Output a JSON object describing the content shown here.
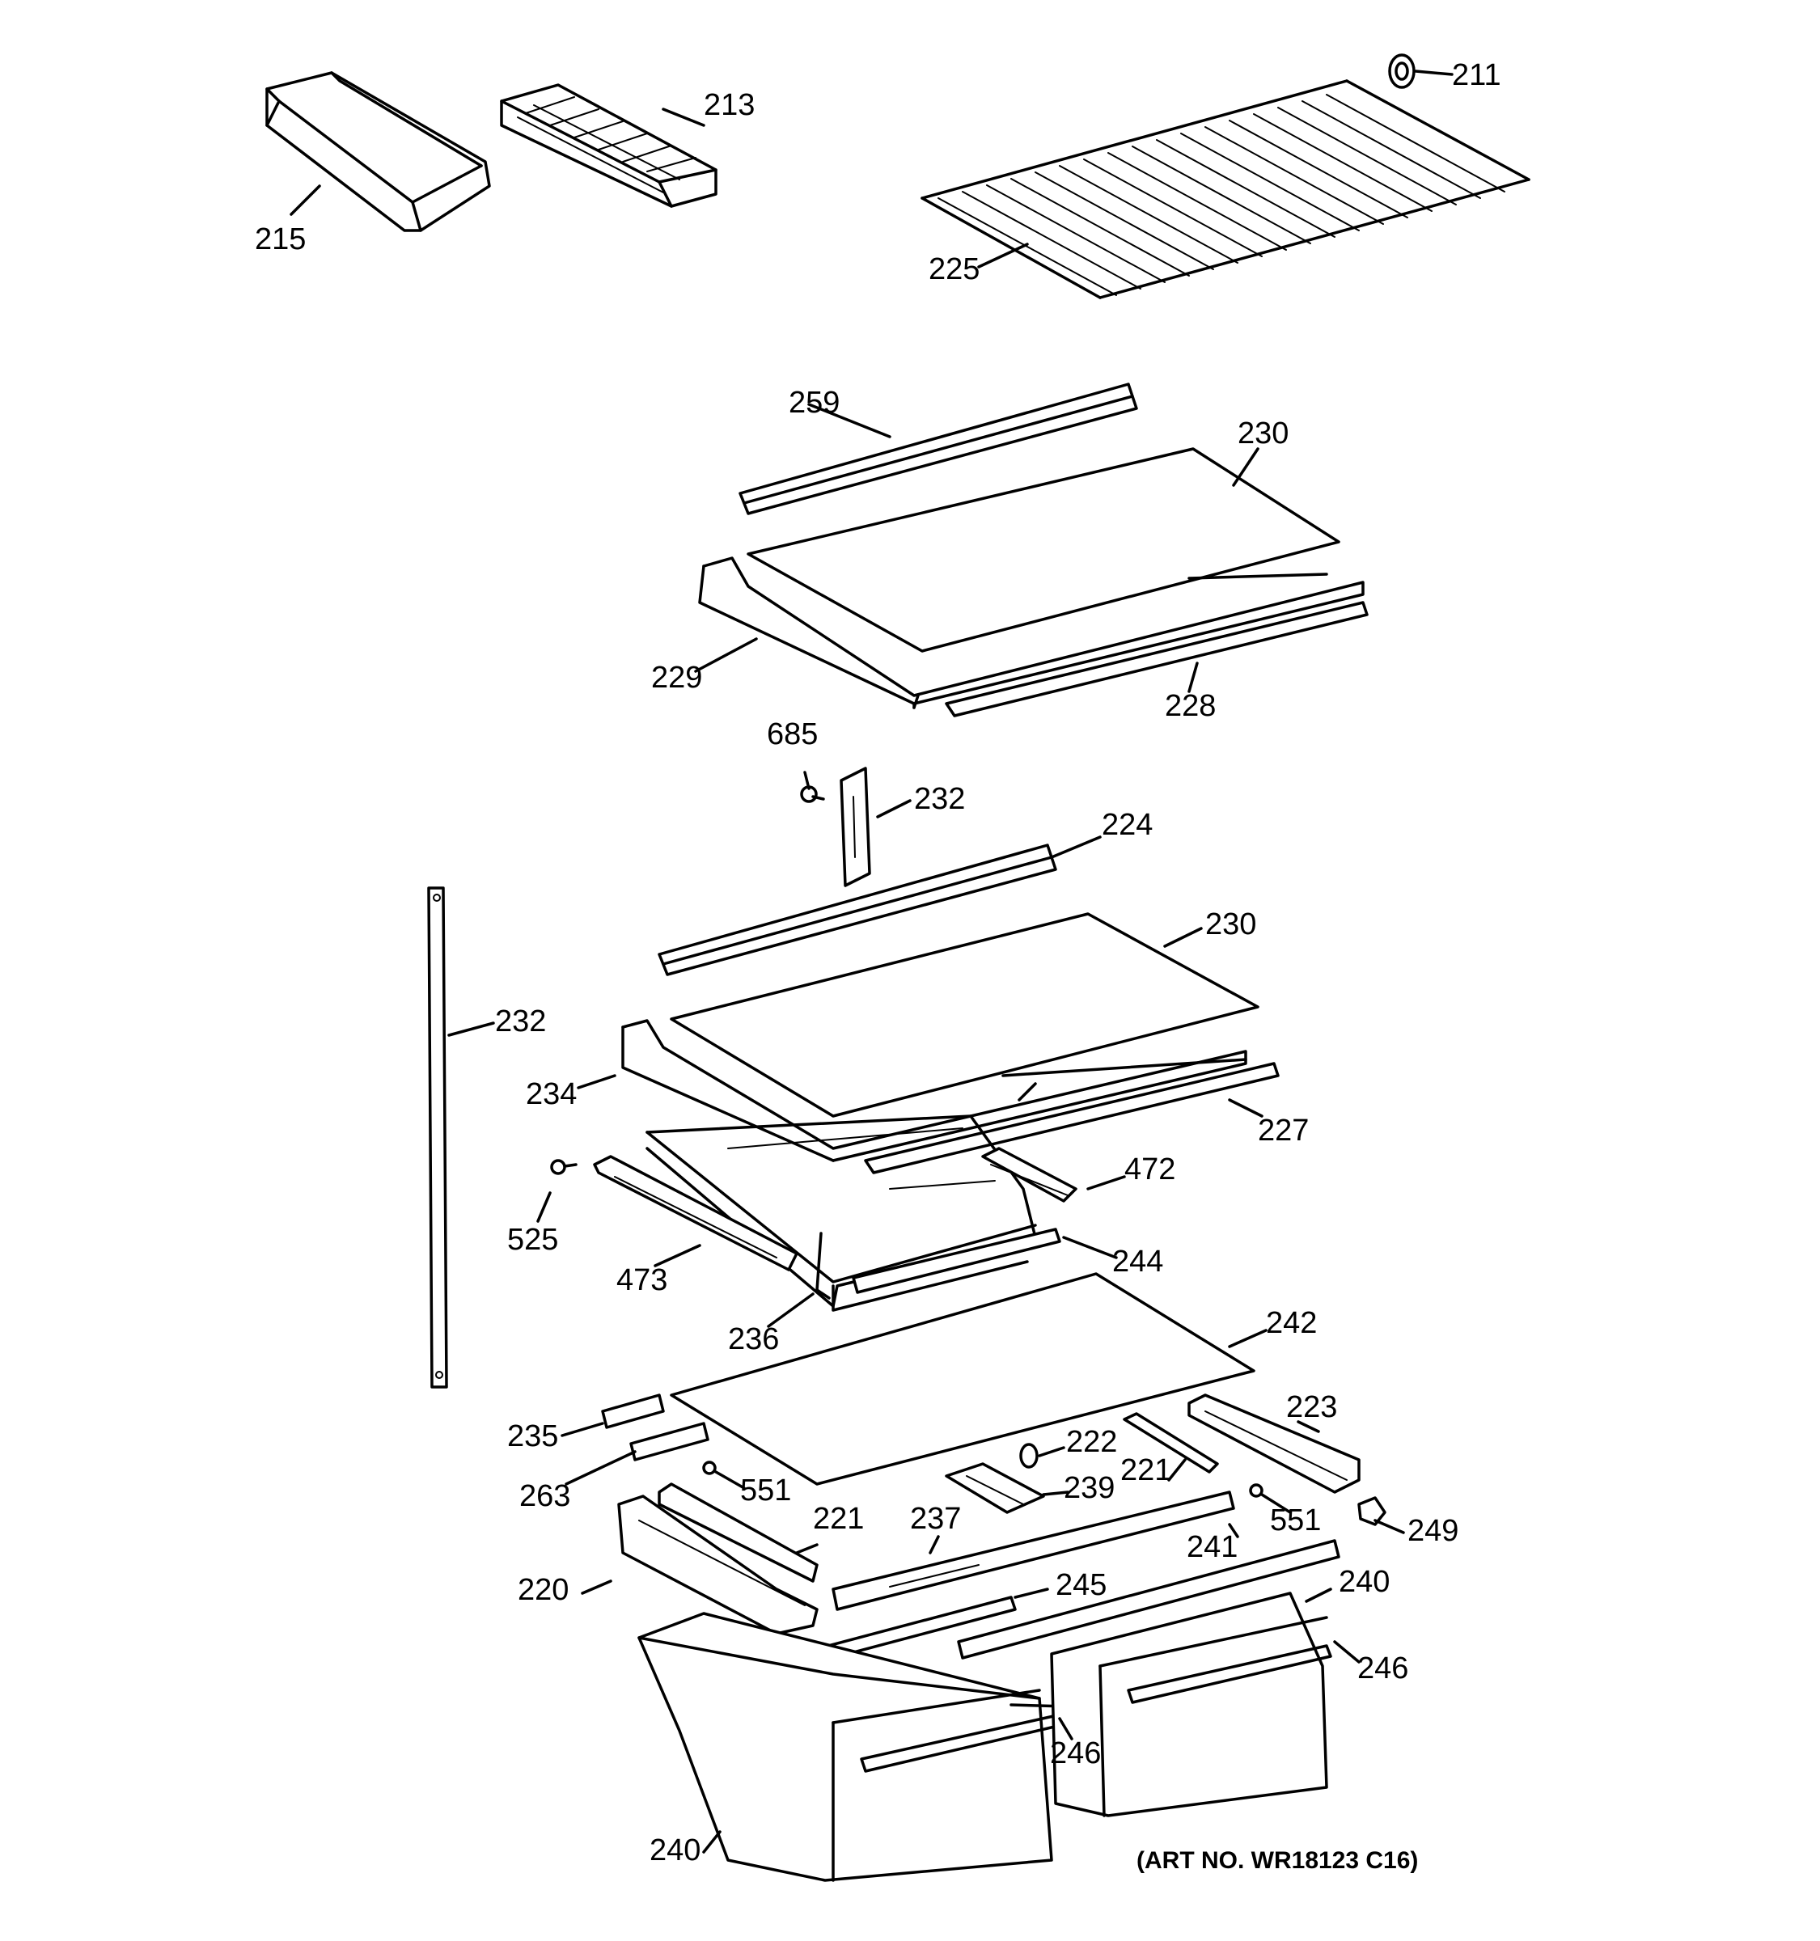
{
  "callouts": {
    "c211": "211",
    "c213": "213",
    "c215": "215",
    "c225": "225",
    "c259": "259",
    "c230a": "230",
    "c229": "229",
    "c228": "228",
    "c685": "685",
    "c232a": "232",
    "c224": "224",
    "c230b": "230",
    "c232b": "232",
    "c234": "234",
    "c227": "227",
    "c472": "472",
    "c525": "525",
    "c473": "473",
    "c244": "244",
    "c236": "236",
    "c242": "242",
    "c235": "235",
    "c223": "223",
    "c222": "222",
    "c263": "263",
    "c551a": "551",
    "c239": "239",
    "c221a": "221",
    "c551b": "551",
    "c249": "249",
    "c221b": "221",
    "c237": "237",
    "c241": "241",
    "c220": "220",
    "c245": "245",
    "c240a": "240",
    "c246a": "246",
    "c246b": "246",
    "c240b": "240"
  },
  "art_number": "(ART NO. WR18123 C16)"
}
